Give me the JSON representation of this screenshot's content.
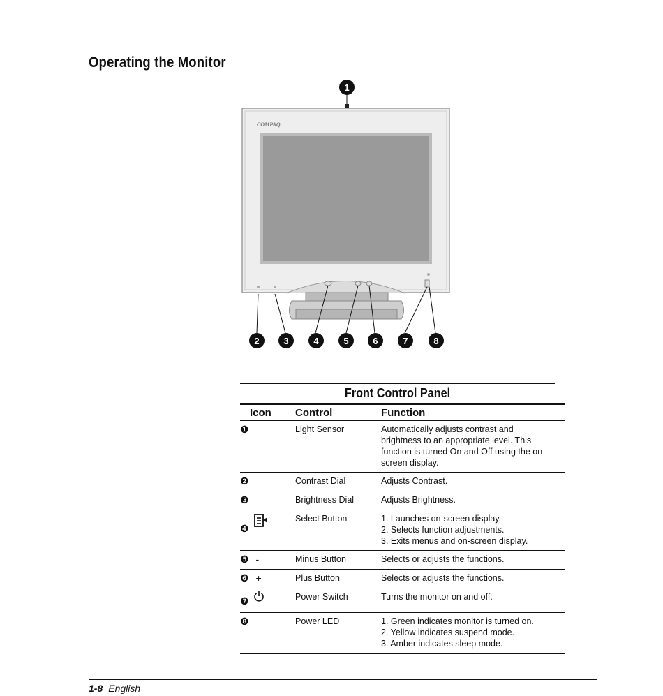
{
  "page": {
    "title": "Operating the Monitor",
    "footer_page": "1-8",
    "footer_lang": "English"
  },
  "figure": {
    "brand": "COMPAQ",
    "callouts": [
      "1",
      "2",
      "3",
      "4",
      "5",
      "6",
      "7",
      "8"
    ]
  },
  "table": {
    "title": "Front Control Panel",
    "headers": {
      "icon": "Icon",
      "control": "Control",
      "function": "Function"
    },
    "rows": [
      {
        "num": "❶",
        "symbol": "",
        "control": "Light Sensor",
        "function": [
          "Automatically adjusts contrast and",
          "brightness to an appropriate level. This",
          "function is turned On and Off using the on-",
          "screen display."
        ]
      },
      {
        "num": "❷",
        "symbol": "",
        "control": "Contrast Dial",
        "function": [
          "Adjusts Contrast."
        ]
      },
      {
        "num": "❸",
        "symbol": "",
        "control": "Brightness Dial",
        "function": [
          "Adjusts Brightness."
        ]
      },
      {
        "num": "❹",
        "symbol": "menu-select-icon",
        "control": "Select Button",
        "function": [
          "1. Launches on-screen display.",
          "2. Selects function adjustments.",
          "3. Exits menus and on-screen display."
        ]
      },
      {
        "num": "❺",
        "symbol": "-",
        "control": "Minus Button",
        "function": [
          "Selects or adjusts the functions."
        ]
      },
      {
        "num": "❻",
        "symbol": "+",
        "control": "Plus Button",
        "function": [
          "Selects or adjusts the functions."
        ]
      },
      {
        "num": "❼",
        "symbol": "power-icon",
        "control": "Power Switch",
        "function": [
          "Turns the monitor on and off."
        ]
      },
      {
        "num": "❽",
        "symbol": "",
        "control": "Power LED",
        "function": [
          "1. Green indicates monitor is turned on.",
          "2. Yellow indicates suspend mode.",
          "3. Amber indicates sleep mode."
        ]
      }
    ]
  }
}
